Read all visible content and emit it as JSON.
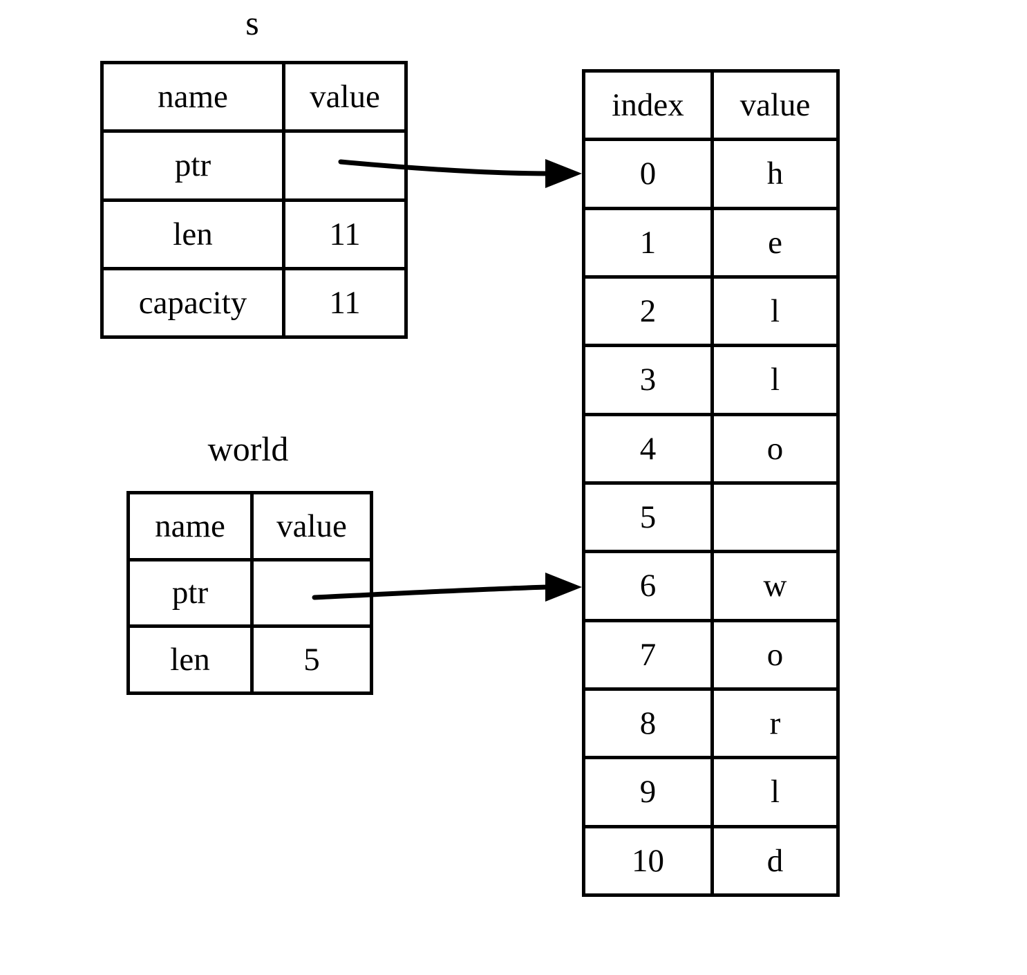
{
  "figure": {
    "background": "#ffffff",
    "ink": "#000000",
    "description": "String slice memory diagram"
  },
  "s_table": {
    "title": "s",
    "headers": [
      "name",
      "value"
    ],
    "rows": [
      {
        "name": "ptr",
        "value": ""
      },
      {
        "name": "len",
        "value": "11"
      },
      {
        "name": "capacity",
        "value": "11"
      }
    ]
  },
  "world_table": {
    "title": "world",
    "headers": [
      "name",
      "value"
    ],
    "rows": [
      {
        "name": "ptr",
        "value": ""
      },
      {
        "name": "len",
        "value": "5"
      }
    ]
  },
  "memory_table": {
    "headers": [
      "index",
      "value"
    ],
    "rows": [
      {
        "index": "0",
        "value": "h"
      },
      {
        "index": "1",
        "value": "e"
      },
      {
        "index": "2",
        "value": "l"
      },
      {
        "index": "3",
        "value": "l"
      },
      {
        "index": "4",
        "value": "o"
      },
      {
        "index": "5",
        "value": ""
      },
      {
        "index": "6",
        "value": "w"
      },
      {
        "index": "7",
        "value": "o"
      },
      {
        "index": "8",
        "value": "r"
      },
      {
        "index": "9",
        "value": "l"
      },
      {
        "index": "10",
        "value": "d"
      }
    ]
  },
  "pointers": [
    {
      "from": "s.ptr",
      "to_index": "0"
    },
    {
      "from": "world.ptr",
      "to_index": "6"
    }
  ]
}
